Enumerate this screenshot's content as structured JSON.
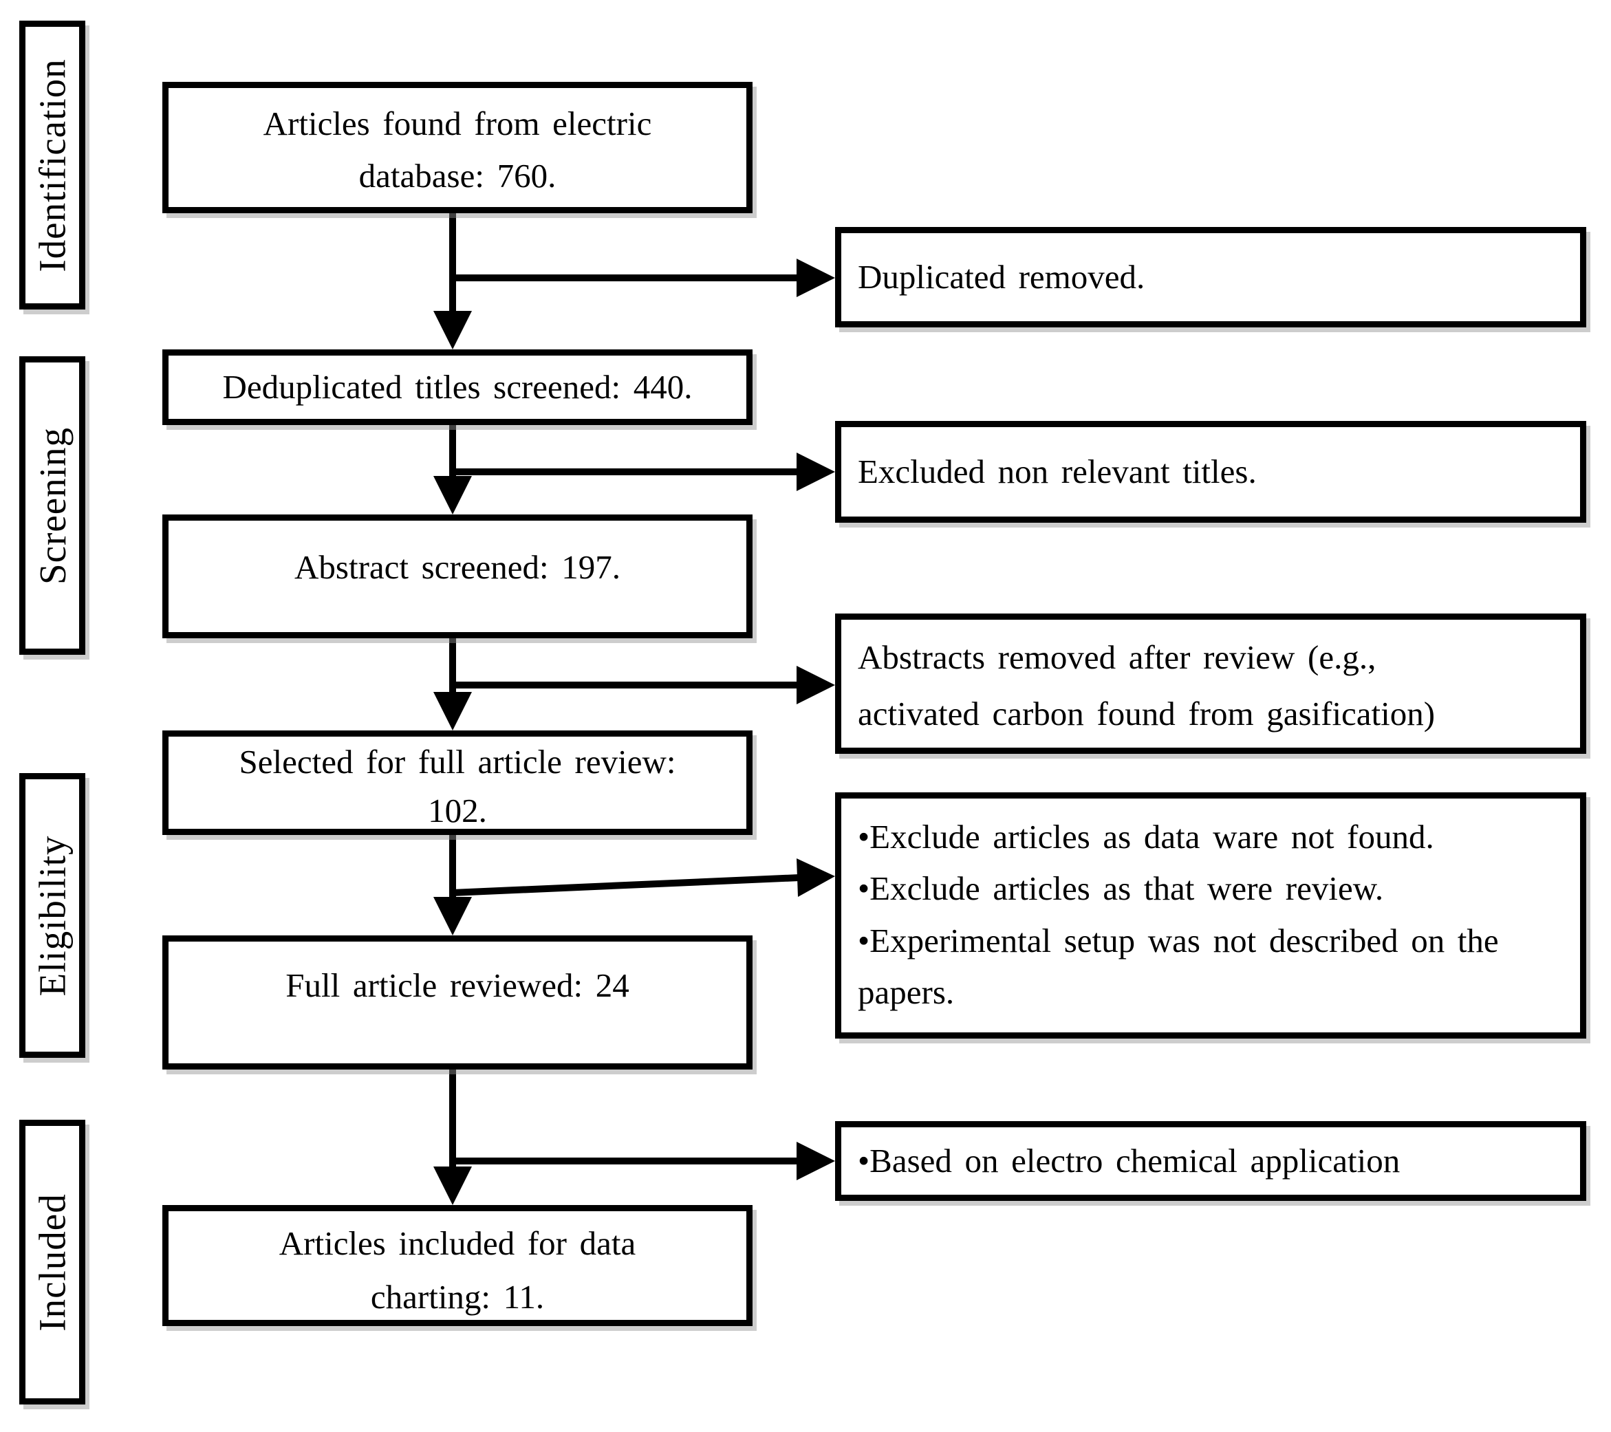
{
  "colors": {
    "ink": "#000000",
    "paper": "#ffffff"
  },
  "sidebar": {
    "items": [
      {
        "label": "Identification"
      },
      {
        "label": "Screening"
      },
      {
        "label": "Eligibility"
      },
      {
        "label": "Included"
      }
    ]
  },
  "main_boxes": [
    {
      "lines": [
        "Articles found from electric",
        "database: 760."
      ]
    },
    {
      "lines": [
        "Deduplicated titles screened: 440."
      ]
    },
    {
      "lines": [
        "Abstract screened: 197."
      ]
    },
    {
      "lines": [
        "Selected for full article review:",
        "102."
      ]
    },
    {
      "lines": [
        "Full article reviewed: 24"
      ]
    },
    {
      "lines": [
        "Articles included for data",
        "charting: 11."
      ]
    }
  ],
  "side_boxes": [
    {
      "lines": [
        "Duplicated removed."
      ]
    },
    {
      "lines": [
        "Excluded non relevant titles."
      ]
    },
    {
      "lines": [
        "Abstracts removed after review (e.g.,",
        "activated carbon found from gasification)"
      ]
    },
    {
      "lines": [
        "•Exclude articles as data ware not found.",
        "•Exclude articles as that were review.",
        "•Experimental setup was not described on the papers."
      ]
    },
    {
      "lines": [
        "•Based on electro chemical application"
      ]
    }
  ]
}
